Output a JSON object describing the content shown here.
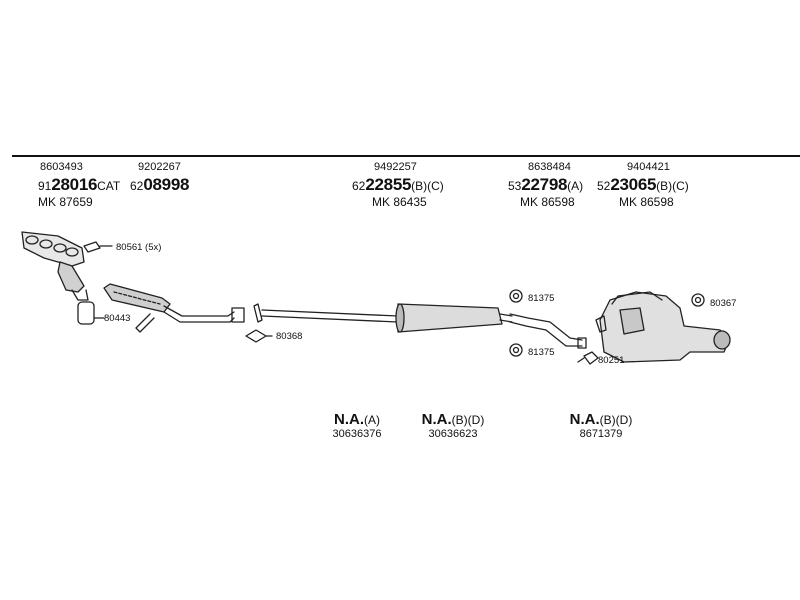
{
  "groups": [
    {
      "id": "manifold",
      "top": "8603493",
      "prefix": "91",
      "bold": "28016",
      "suffix": "CAT",
      "mk": "MK  87659"
    },
    {
      "id": "front-pipe",
      "top": "9202267",
      "prefix": "62",
      "bold": "08998",
      "suffix": "",
      "mk": ""
    },
    {
      "id": "center",
      "top": "9492257",
      "prefix": "62",
      "bold": "22855",
      "suffix": "(B)(C)",
      "mk": "MK  86435"
    },
    {
      "id": "rear-a",
      "top": "8638484",
      "prefix": "53",
      "bold": "22798",
      "suffix": "(A)",
      "mk": "MK  86598"
    },
    {
      "id": "rear-bc",
      "top": "9404421",
      "prefix": "52",
      "bold": "23065",
      "suffix": "(B)(C)",
      "mk": "MK  86598"
    }
  ],
  "na_items": [
    {
      "id": "na-a",
      "label": "N.A.",
      "variant": "(A)",
      "number": "30636376"
    },
    {
      "id": "na-bd-1",
      "label": "N.A.",
      "variant": "(B)(D)",
      "number": "30636623"
    },
    {
      "id": "na-bd-2",
      "label": "N.A.",
      "variant": "(B)(D)",
      "number": "8671379"
    }
  ],
  "callouts": {
    "c80561": "80561 (5x)",
    "c80443": "80443",
    "c80368": "80368",
    "c81375a": "81375",
    "c81375b": "81375",
    "c80251": "80251",
    "c80367": "80367"
  }
}
